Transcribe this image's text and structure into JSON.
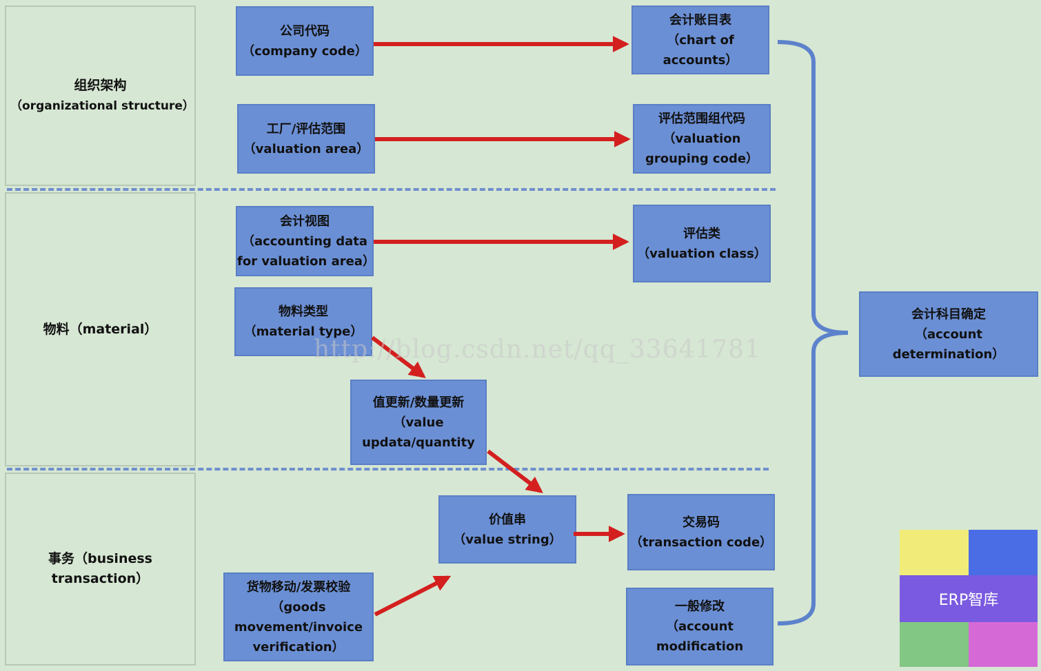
{
  "categories": {
    "org": [
      "组织架构",
      "（organizational  structure）"
    ],
    "material": [
      "物料（material）"
    ],
    "transaction": [
      "事务（business",
      "transaction）"
    ]
  },
  "nodes": {
    "company_code": [
      "公司代码",
      "（company code）"
    ],
    "chart_of_accounts": [
      "会计账目表",
      "（chart of",
      "accounts）"
    ],
    "valuation_area": [
      "工厂/评估范围",
      "（valuation area）"
    ],
    "valuation_grouping_code": [
      "评估范围组代码",
      "（valuation",
      "grouping code）"
    ],
    "accounting_view": [
      "会计视图",
      "（accounting data",
      "for valuation area）"
    ],
    "valuation_class": [
      "评估类",
      "（valuation class）"
    ],
    "material_type": [
      "物料类型",
      "（material type）"
    ],
    "value_update": [
      "值更新/数量更新",
      "（value",
      "updata/quantity"
    ],
    "value_string": [
      "价值串",
      "（value string）"
    ],
    "transaction_code": [
      "交易码",
      "（transaction code）"
    ],
    "goods_movement": [
      "货物移动/发票校验",
      "（goods",
      "movement/invoice",
      "verification）"
    ],
    "account_modification": [
      "一般修改",
      "（account",
      "modification"
    ],
    "account_determination": [
      "会计科目确定",
      "（account determination）"
    ]
  },
  "watermark": "http://blog.csdn.net/qq_33641781",
  "logo": {
    "text": "ERP智库",
    "colors": {
      "yellow": "#f1ec79",
      "blue": "#4a6de6",
      "purple": "#7a5ae0",
      "green": "#82c784",
      "pink": "#d56ad6"
    }
  },
  "colors": {
    "background": "#d6e7d3",
    "box": "#6b8fd4",
    "arrow": "#d3201f",
    "brace": "#5d82cc",
    "divider": "#6f8fce"
  }
}
